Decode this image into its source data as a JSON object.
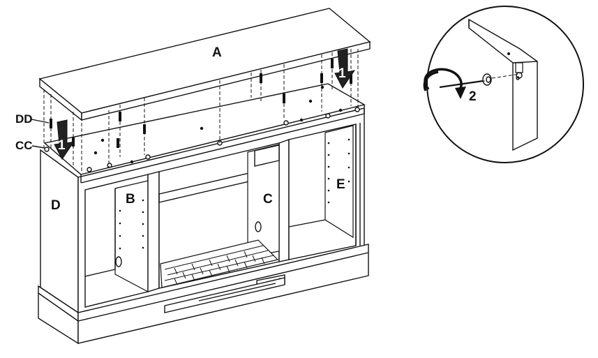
{
  "diagram": {
    "part_labels": {
      "top_panel": "A",
      "left_inner_panel": "B",
      "right_inner_panel": "C",
      "left_side_panel": "D",
      "right_side_panel": "E"
    },
    "hardware_labels": {
      "dowel": "DD",
      "cam_lock": "CC"
    },
    "step_labels": {
      "step_left": "1",
      "step_right": "1",
      "step_detail": "2"
    },
    "colors": {
      "line": "#111111",
      "background": "#ffffff"
    }
  }
}
